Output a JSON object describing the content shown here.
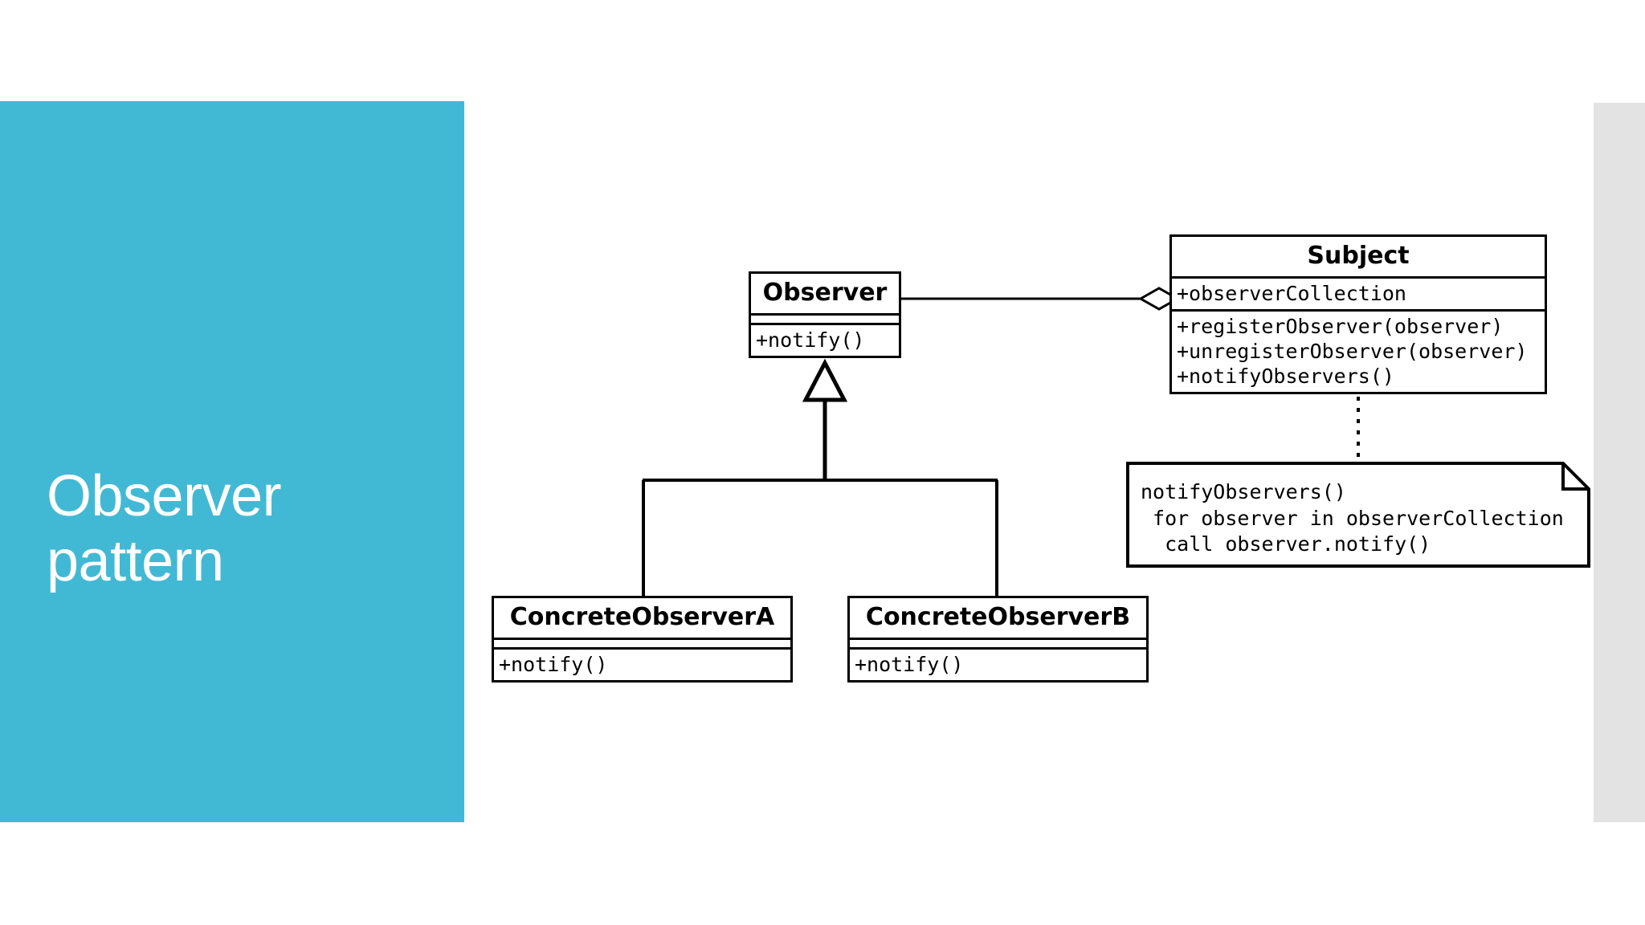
{
  "slide": {
    "title": "Observer\npattern",
    "title_background_color": "#42b9d4",
    "title_text_color": "#ffffff",
    "background_color": "#ffffff",
    "right_panel_color": "#e3e3e3"
  },
  "diagram": {
    "type": "uml-class-diagram",
    "line_color": "#000000",
    "classes": [
      {
        "id": "observer",
        "name": "Observer",
        "attributes": [],
        "operations": [
          "+notify()"
        ]
      },
      {
        "id": "subject",
        "name": "Subject",
        "attributes": [
          "+observerCollection"
        ],
        "operations": [
          "+registerObserver(observer)",
          "+unregisterObserver(observer)",
          "+notifyObservers()"
        ]
      },
      {
        "id": "concrete-observer-a",
        "name": "ConcreteObserverA",
        "attributes": [],
        "operations": [
          "+notify()"
        ]
      },
      {
        "id": "concrete-observer-b",
        "name": "ConcreteObserverB",
        "attributes": [],
        "operations": [
          "+notify()"
        ]
      }
    ],
    "relationships": [
      {
        "kind": "aggregation",
        "from": "subject",
        "to": "observer",
        "diamond_end": "subject",
        "diamond_filled": false
      },
      {
        "kind": "generalization",
        "from": "concrete-observer-a",
        "to": "observer",
        "arrow_hollow_triangle": true
      },
      {
        "kind": "generalization",
        "from": "concrete-observer-b",
        "to": "observer",
        "arrow_hollow_triangle": true
      },
      {
        "kind": "note-anchor",
        "from": "note-notify-observers",
        "to": "subject",
        "line_style": "dotted"
      }
    ],
    "note": {
      "id": "note-notify-observers",
      "text": "notifyObservers()\n for observer in observerCollection\n  call observer.notify()",
      "folded_corner": true
    }
  }
}
